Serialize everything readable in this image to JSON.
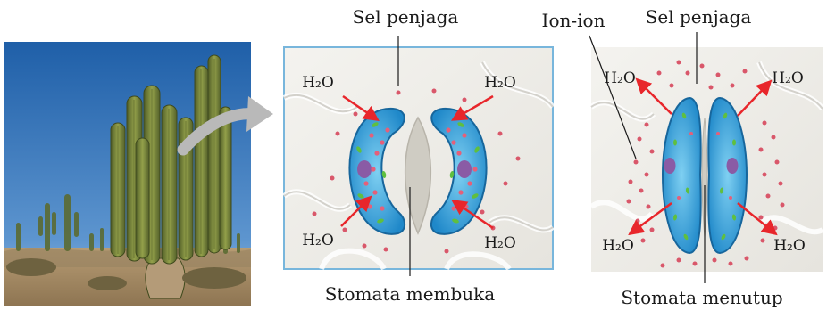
{
  "photo": {
    "subject": "cactus"
  },
  "open_panel": {
    "top_label": "Sel penjaga",
    "bottom_label": "Stomata membuka",
    "water_labels": [
      "H₂O",
      "H₂O",
      "H₂O",
      "H₂O"
    ],
    "arrow_direction": "inward"
  },
  "closed_panel": {
    "top_label": "Sel penjaga",
    "ion_label": "Ion-ion",
    "bottom_label": "Stomata menutup",
    "water_labels": [
      "H₂O",
      "H₂O",
      "H₂O",
      "H₂O"
    ],
    "arrow_direction": "outward"
  },
  "colors": {
    "arrow": "#e8262b",
    "guard_cell": "#2f9bd8",
    "ion_dot": "#d9576a",
    "panel_border": "#78b6dc",
    "sky": "#2e6fb5"
  }
}
